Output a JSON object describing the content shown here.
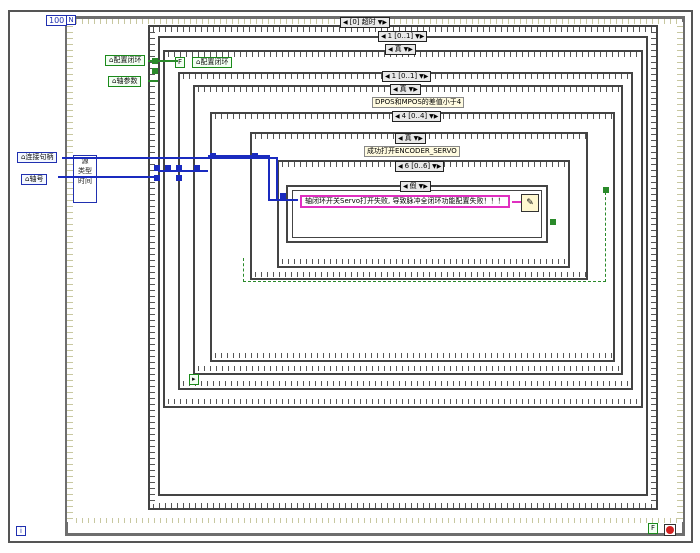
{
  "loop": {
    "count_label": "100",
    "count_icon": "numeric-constant-N",
    "iteration_label": "i"
  },
  "controls": {
    "conn_handle": "连接句柄",
    "axis_no": "轴号",
    "config_closed_loop": "配置闭环",
    "axis_param": "轴参数",
    "config_closed_loop_local": "配置闭环",
    "false_const": "F"
  },
  "type_block": [
    "源",
    "类型",
    "时间"
  ],
  "selectors": {
    "outer": "[0] 超时",
    "case1": "1 [0..1]",
    "true1": "真",
    "case2": "1 [0..1]",
    "true2": "真",
    "dpos_label": "DPOS和MPOS的差值小于4",
    "case4": "4 [0..4]",
    "true3": "真",
    "encoder_label": "成功打开ENCODER_SERVO",
    "case6": "6 [0..6]",
    "false_case": "假"
  },
  "message": "轴闭环开关Servo打开失败, 导致脉冲全闭环功能配置失败！！！",
  "colors": {
    "wire_blue": "#1a2bbf",
    "wire_green": "#2a8a2a",
    "string_pink": "#e030c0",
    "stop_red": "#d02020"
  }
}
